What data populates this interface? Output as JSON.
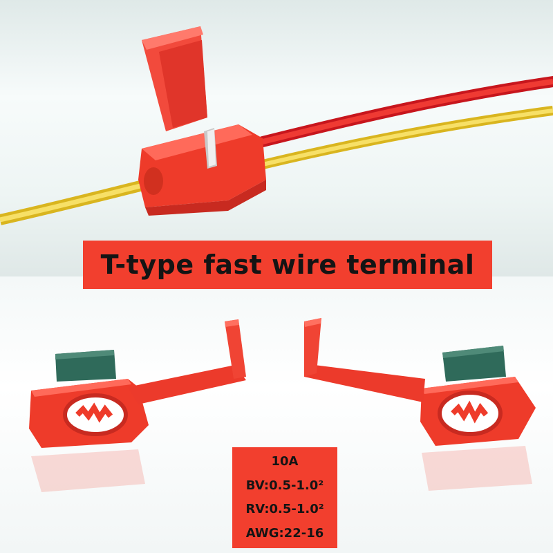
{
  "banner": {
    "title": "T-type fast wire terminal"
  },
  "specs": [
    "10A",
    "BV:0.5-1.0²",
    "RV:0.5-1.0²",
    "AWG:22-16"
  ],
  "colors": {
    "connector_red": "#ee3b2a",
    "banner_red": "#f23f2e",
    "wire_red": "#e3262a",
    "wire_yellow": "#f2d23a",
    "blade_green": "#2f6a5a",
    "text_dark": "#141414"
  }
}
